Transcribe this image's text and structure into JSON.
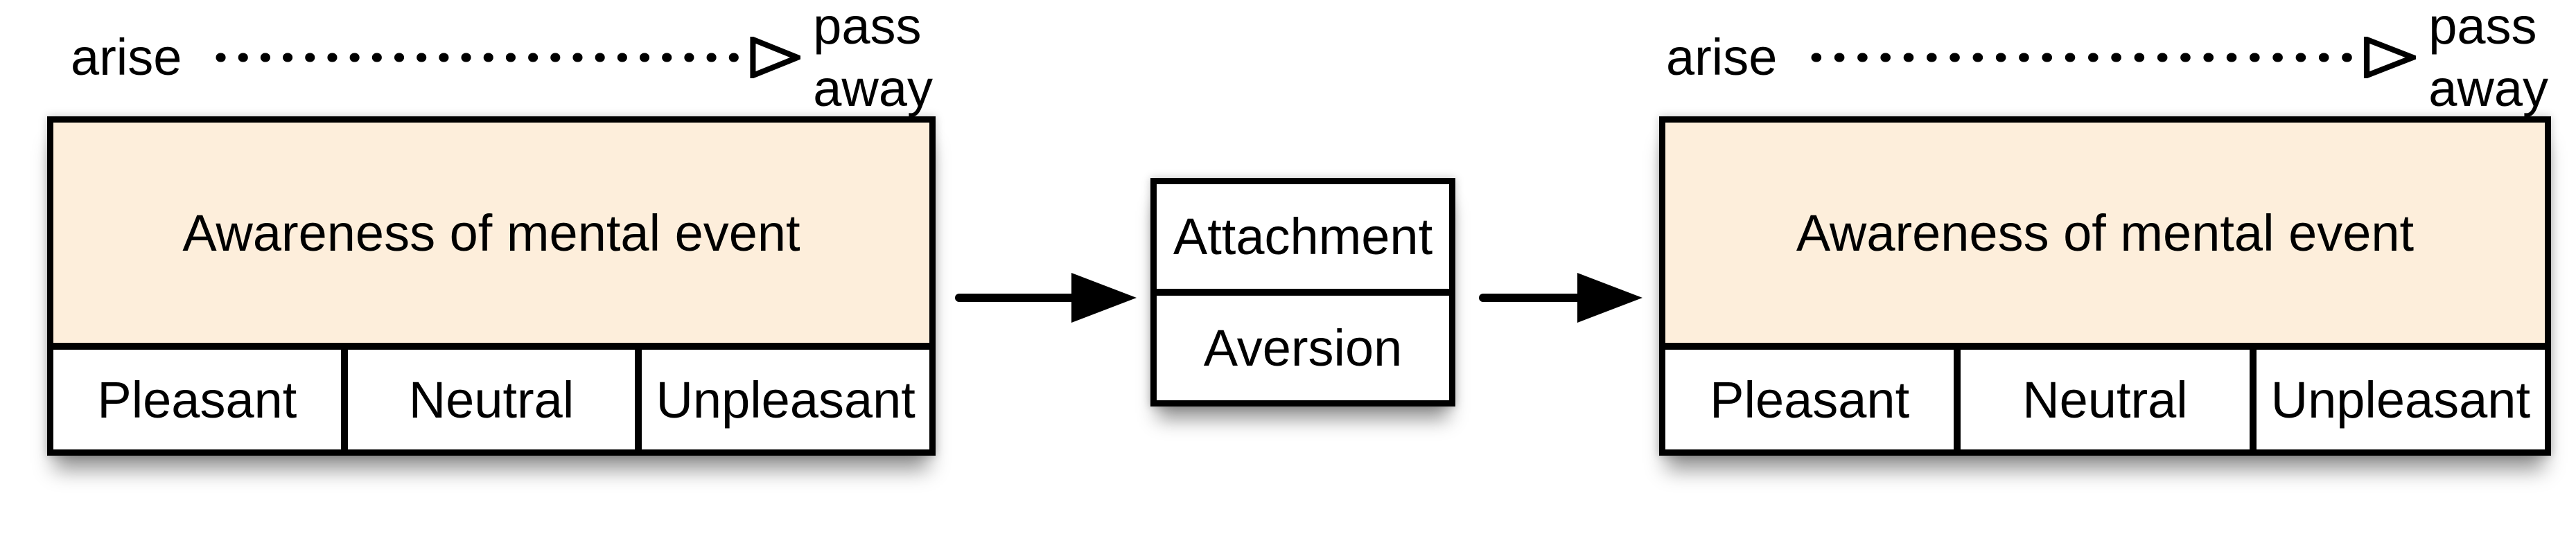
{
  "groups": [
    {
      "arise_label": "arise",
      "pass_label": "pass",
      "away_label": "away",
      "awareness_label": "Awareness of mental event",
      "feelings": [
        "Pleasant",
        "Neutral",
        "Unpleasant"
      ]
    },
    {
      "arise_label": "arise",
      "pass_label": "pass",
      "away_label": "away",
      "awareness_label": "Awareness of mental event",
      "feelings": [
        "Pleasant",
        "Neutral",
        "Unpleasant"
      ]
    }
  ],
  "reactions": {
    "top": "Attachment",
    "bottom": "Aversion"
  },
  "colors": {
    "awareness_fill": "#fdeedb",
    "border": "#000000",
    "background": "#ffffff",
    "shadow": "rgba(0,0,0,0.4)"
  }
}
